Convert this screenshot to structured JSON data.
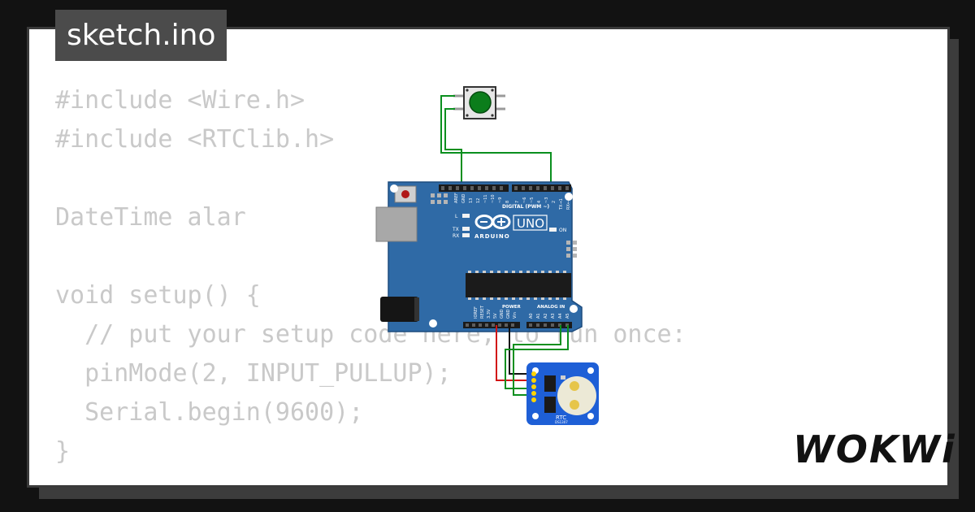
{
  "title": "sketch.ino",
  "code_lines": [
    "#include <Wire.h>",
    "#include <RTClib.h>",
    "",
    "DateTime alar",
    "",
    "void setup() {",
    "  // put your setup code here, to run once:",
    "  pinMode(2, INPUT_PULLUP);",
    "  Serial.begin(9600);",
    "}"
  ],
  "brand": "WOKWi",
  "board": {
    "model": "UNO",
    "brand": "ARDUINO",
    "digital_label": "DIGITAL (PWM ~)",
    "power_label": "POWER",
    "analog_label": "ANALOG IN",
    "on_label": "ON",
    "led_labels": [
      "L",
      "TX",
      "RX"
    ],
    "top_pins": [
      "AREF",
      "GND",
      "13",
      "12",
      "~11",
      "~10",
      "~9",
      "8",
      "7",
      "~6",
      "~5",
      "4",
      "~3",
      "2",
      "TX→1",
      "RX←0"
    ],
    "power_pins": [
      "IOREF",
      "RESET",
      "3.3V",
      "5V",
      "GND",
      "GND",
      "Vin"
    ],
    "analog_pins": [
      "A0",
      "A1",
      "A2",
      "A3",
      "A4",
      "A5"
    ]
  },
  "rtc_module": {
    "label": "RTC",
    "chip": "DS1307"
  },
  "colors": {
    "background": "#121212",
    "card": "#ffffff",
    "title_tab": "#4b4b4b",
    "code_text": "#c9c9c9",
    "board": "#2f6aa6",
    "rtc_board": "#1e5fd6",
    "wire_green": "#0a8f1e",
    "wire_red": "#d21414",
    "wire_black": "#111111",
    "button_cap": "#0b7d1b"
  }
}
